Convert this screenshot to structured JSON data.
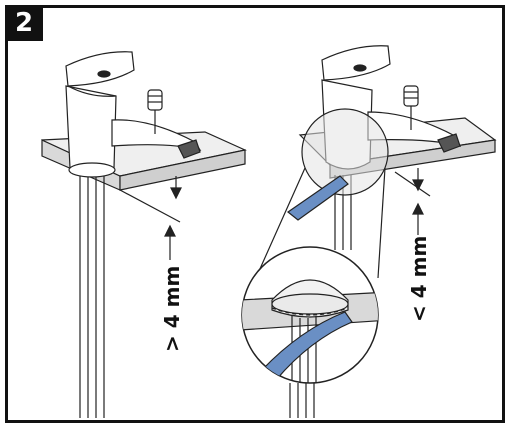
{
  "step": {
    "number": "2"
  },
  "left_panel": {
    "dimension_label": "> 4 mm"
  },
  "right_panel": {
    "dimension_label": "< 4 mm"
  },
  "colors": {
    "frame": "#111111",
    "surface": "#d9d9d9",
    "hose": "#6a8fc4",
    "line": "#222222"
  }
}
